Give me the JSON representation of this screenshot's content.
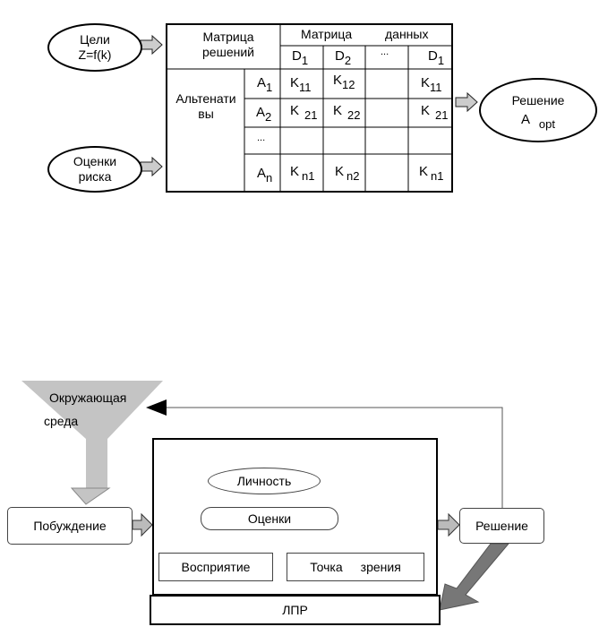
{
  "top": {
    "goals": [
      "Цели",
      "Z=f(k)"
    ],
    "risk": [
      "Оценки",
      "риска"
    ],
    "decision": [
      "Решение",
      "A",
      "opt"
    ],
    "matrix": {
      "decisions_header": [
        "Матрица",
        "решений"
      ],
      "data_header": [
        "Матрица",
        "данных"
      ],
      "alternatives_label": [
        "Альтенати",
        "вы"
      ],
      "col_headers": [
        {
          "base": "D",
          "sub": "1"
        },
        {
          "base": "D",
          "sub": "2"
        },
        {
          "base": "...",
          "sub": ""
        },
        {
          "base": "D",
          "sub": "1"
        }
      ],
      "rows": [
        {
          "alt": {
            "base": "A",
            "sub": "1"
          },
          "cells": [
            {
              "base": "K",
              "sub": "11"
            },
            {
              "base": "K",
              "sub": "12"
            },
            {
              "base": "",
              "sub": ""
            },
            {
              "base": "K",
              "sub": "11"
            }
          ]
        },
        {
          "alt": {
            "base": "A",
            "sub": "2"
          },
          "cells": [
            {
              "base": "K",
              "sub": "21"
            },
            {
              "base": "K",
              "sub": "22"
            },
            {
              "base": "",
              "sub": ""
            },
            {
              "base": "K",
              "sub": "21"
            }
          ]
        },
        {
          "alt": {
            "base": "...",
            "sub": ""
          },
          "cells": [
            {
              "base": "",
              "sub": ""
            },
            {
              "base": "",
              "sub": ""
            },
            {
              "base": "",
              "sub": ""
            },
            {
              "base": "",
              "sub": ""
            }
          ]
        },
        {
          "alt": {
            "base": "A",
            "sub": "n"
          },
          "cells": [
            {
              "base": "K",
              "sub": "n1"
            },
            {
              "base": "K",
              "sub": "n2"
            },
            {
              "base": "",
              "sub": ""
            },
            {
              "base": "K",
              "sub": "n1"
            }
          ]
        }
      ]
    }
  },
  "bottom": {
    "environment": [
      "Окружающая",
      "среда"
    ],
    "motivation": "Побуждение",
    "personality": "Личность",
    "assessments": "Оценки",
    "perception": "Восприятие",
    "viewpoint": [
      "Точка",
      "зрения"
    ],
    "decision": "Решение",
    "dm": "ЛПР"
  }
}
